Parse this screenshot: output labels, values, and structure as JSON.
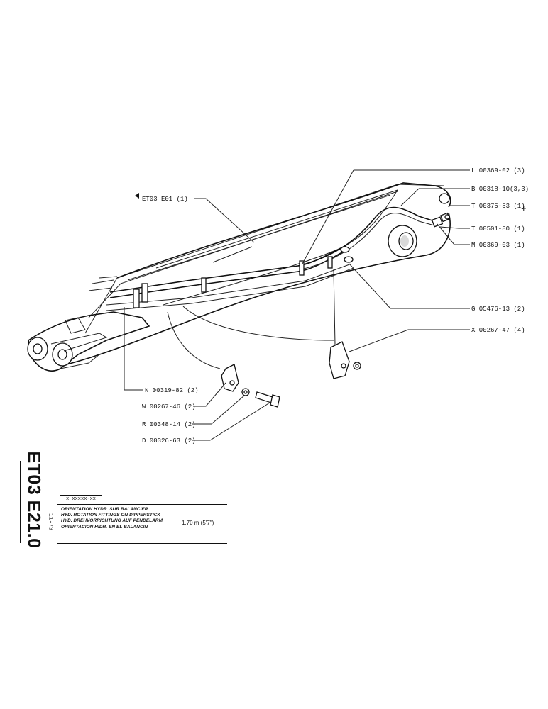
{
  "drawing": {
    "callouts": {
      "et03_e01": "ET03 E01  (1)",
      "l": "L 00369-02 (3)",
      "b": "B 00318-10(3,3)",
      "t1": "T 00375-53 (1)",
      "t2": "T 00501-80 (1)",
      "m": "M 00369-03 (1)",
      "g": "G 05476-13 (2)",
      "x": "X 00267-47 (4)",
      "n": "N 00319-82 (2)",
      "w": "W 00267-46 (2)",
      "r": "R 00348-14 (2)",
      "d": "D 00326-63 (2)"
    },
    "corner_mark": "+"
  },
  "title_block": {
    "code": "ET03 E21.0",
    "date": "11-73",
    "badge": "x xxxxx-xx",
    "titles": [
      "ORIENTATION HYDR. SUR BALANCIER",
      "HYD. ROTATION FITTINGS ON DIPPERSTICK",
      "HYD. DREHVORRICHTUNG AUF PENDELARM",
      "ORIENTACION HIDR. EN EL BALANCIN"
    ],
    "size": "1,70 m (5'7\")"
  }
}
